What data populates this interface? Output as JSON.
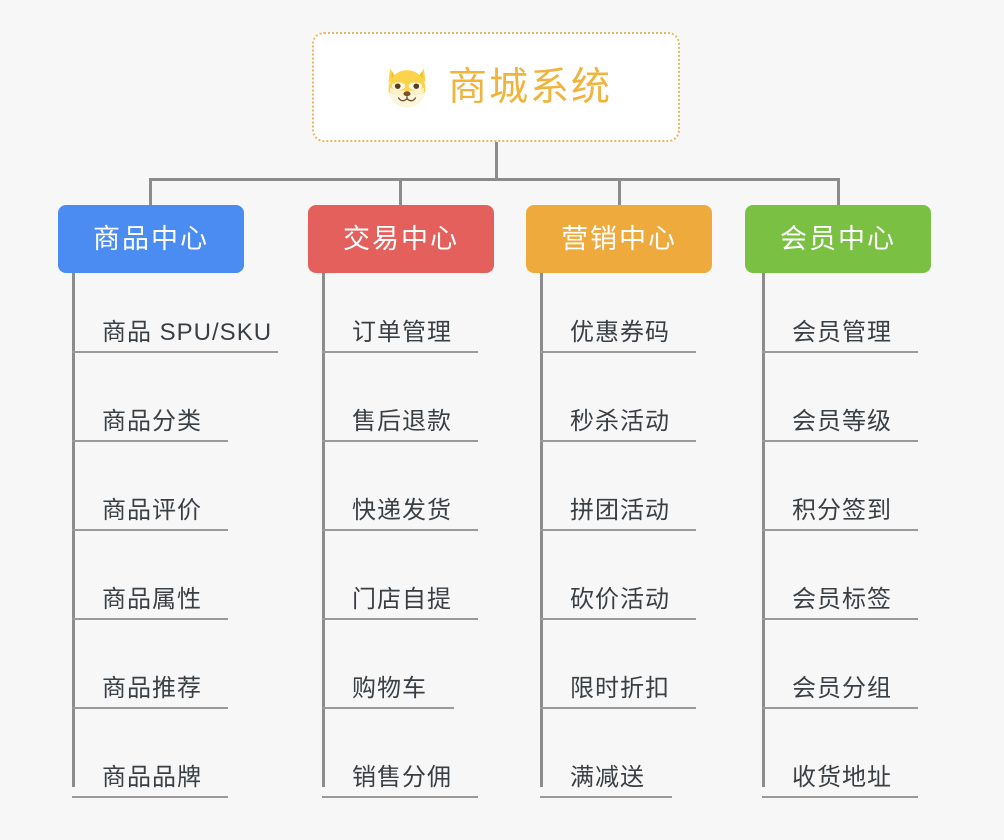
{
  "page": {
    "background": "#f7f7f7",
    "type": "organization-tree-mindmap"
  },
  "root": {
    "title": "商城系统",
    "icon": "shiba-dog-face-icon",
    "text_color": "#f0b43c",
    "border_color": "#eab560",
    "background": "#ffffff"
  },
  "branches": [
    {
      "id": "product-center",
      "label": "商品中心",
      "color": "#4a8cf2",
      "items": [
        "商品 SPU/SKU",
        "商品分类",
        "商品评价",
        "商品属性",
        "商品推荐",
        "商品品牌"
      ]
    },
    {
      "id": "trade-center",
      "label": "交易中心",
      "color": "#e4605c",
      "items": [
        "订单管理",
        "售后退款",
        "快递发货",
        "门店自提",
        "购物车",
        "销售分佣"
      ]
    },
    {
      "id": "marketing-center",
      "label": "营销中心",
      "color": "#eeaa3c",
      "items": [
        "优惠券码",
        "秒杀活动",
        "拼团活动",
        "砍价活动",
        "限时折扣",
        "满减送"
      ]
    },
    {
      "id": "member-center",
      "label": "会员中心",
      "color": "#7ac143",
      "items": [
        "会员管理",
        "会员等级",
        "积分签到",
        "会员标签",
        "会员分组",
        "收货地址"
      ]
    }
  ],
  "connector": {
    "color": "#8c8c8c"
  }
}
